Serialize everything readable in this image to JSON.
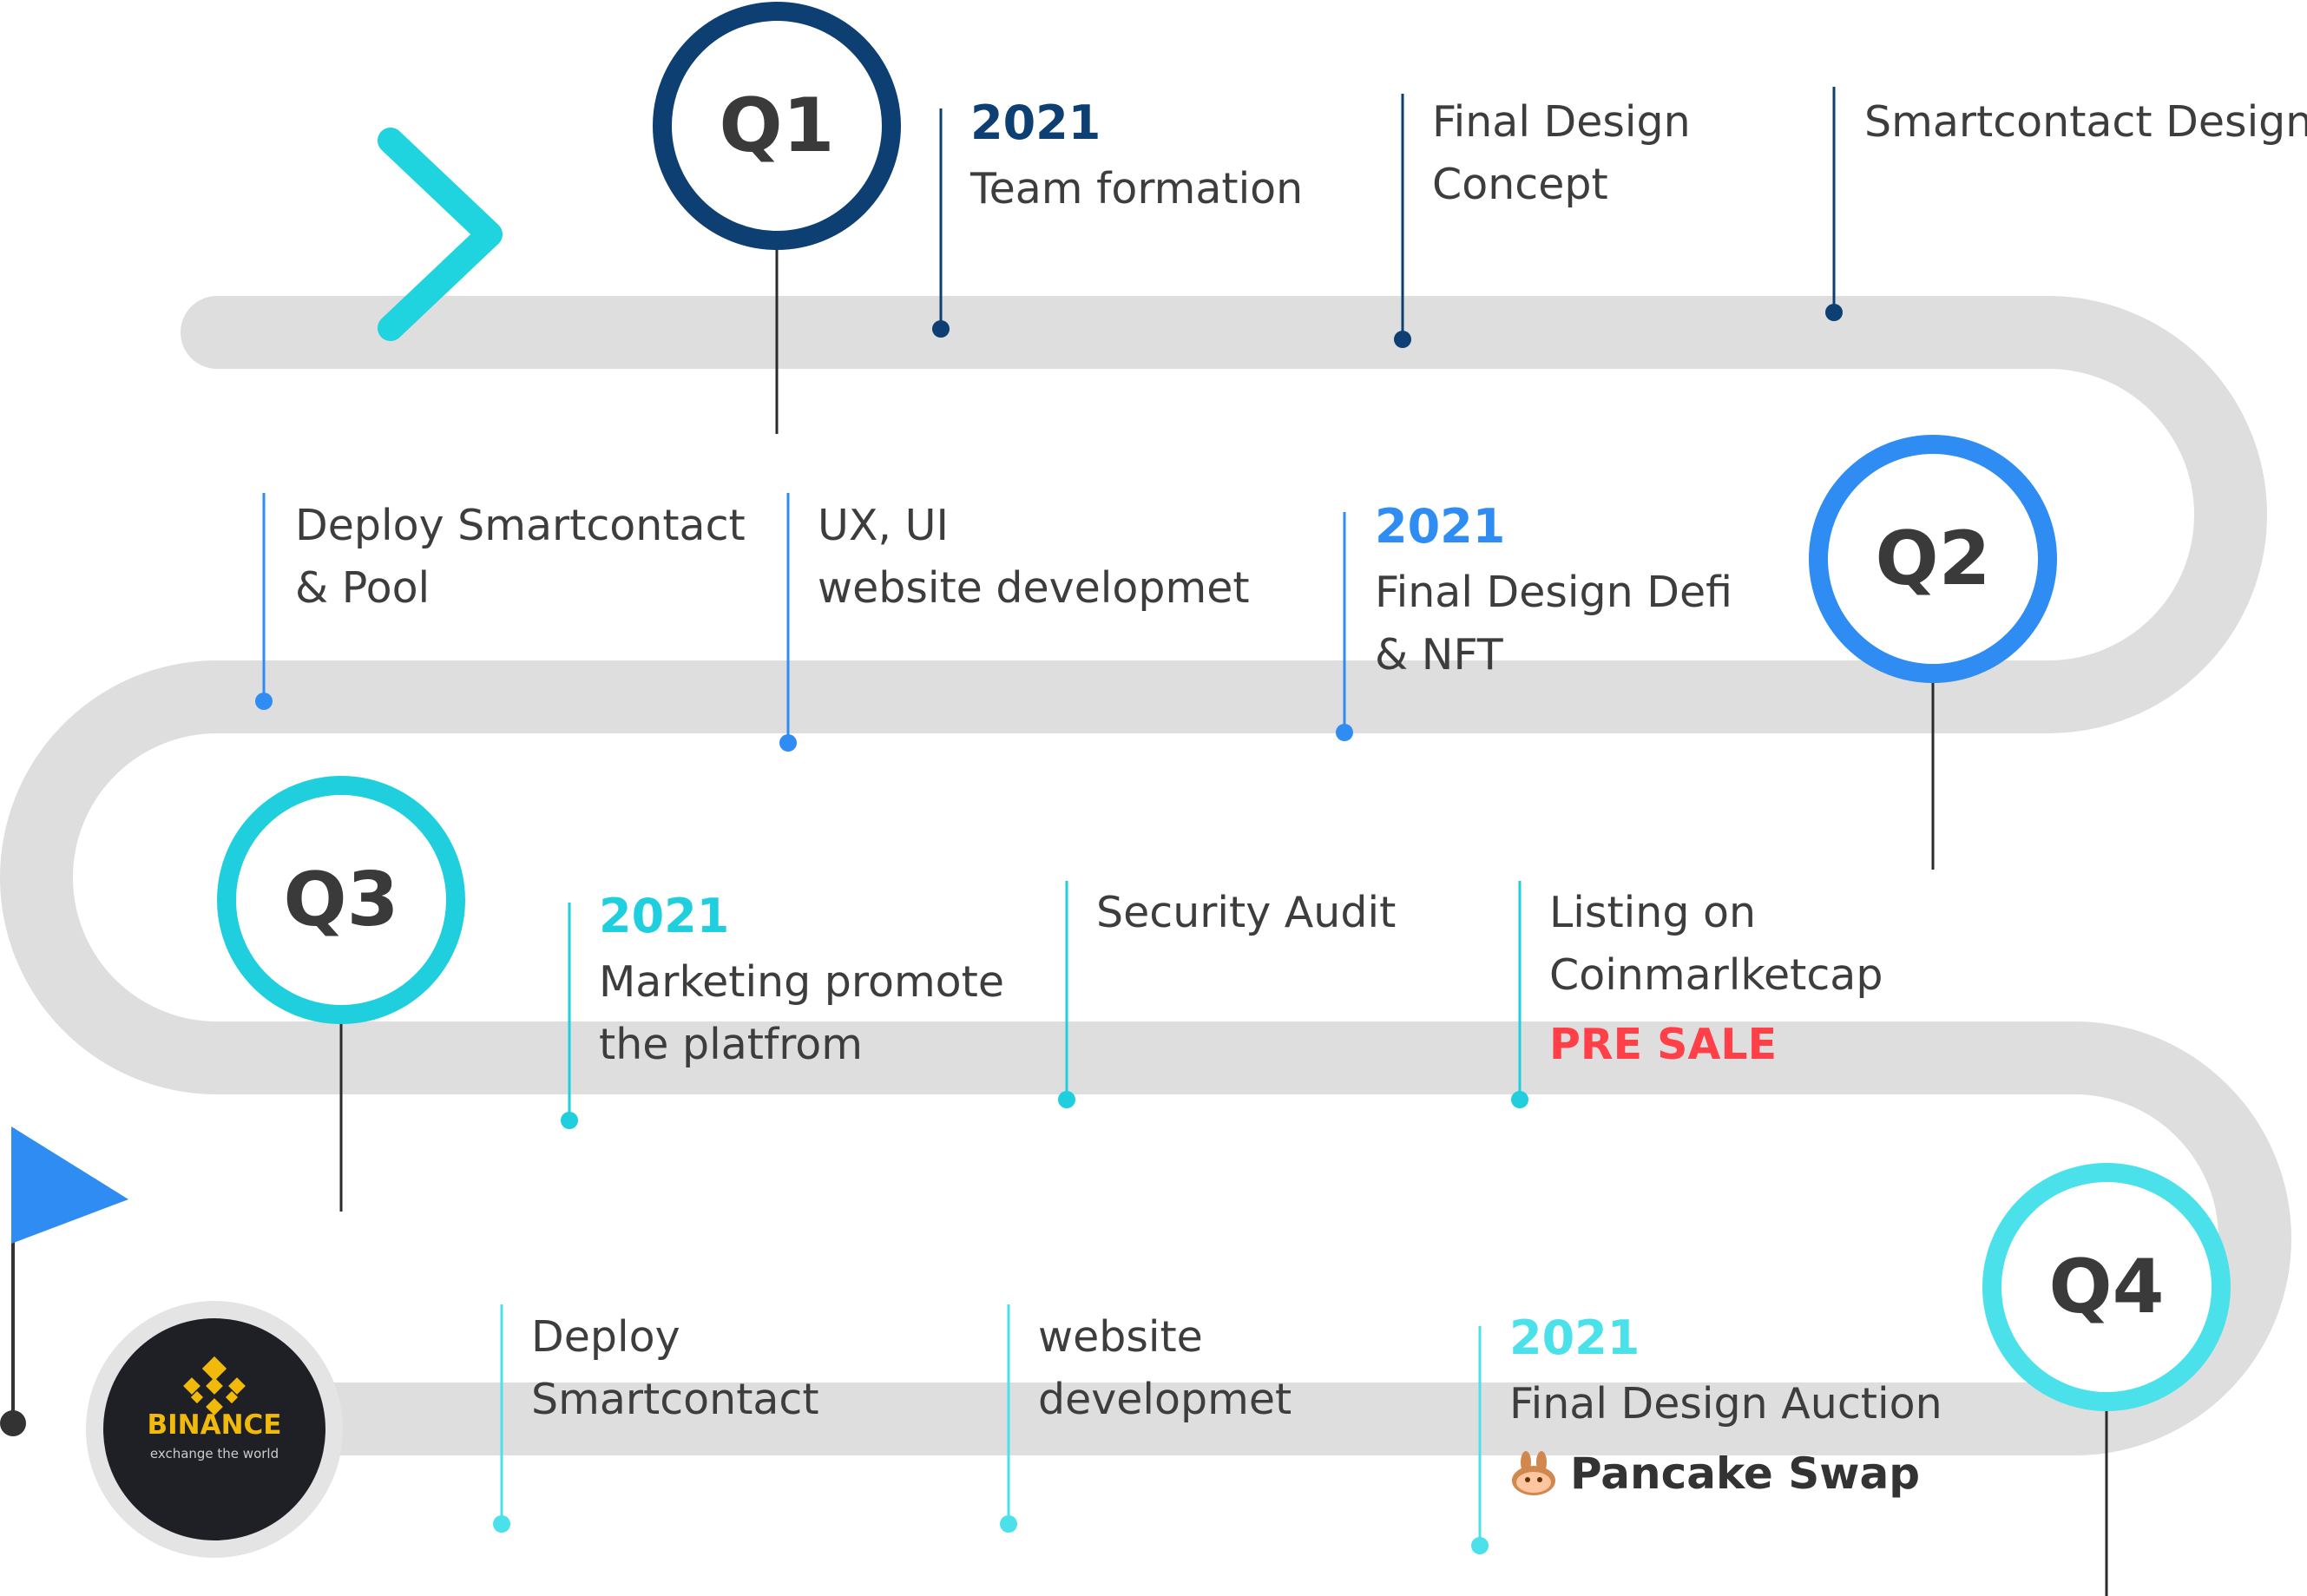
{
  "colors": {
    "road": "#dedede",
    "q1": "#0d3f73",
    "q2": "#2f8cf3",
    "q3": "#1fcfdd",
    "q4": "#4be1ea",
    "chevron": "#1fd3df",
    "flag": "#2f8cf3",
    "presale": "#ff4048",
    "text": "#3d3d3d"
  },
  "quarters": [
    {
      "label": "Q1"
    },
    {
      "label": "Q2"
    },
    {
      "label": "Q3"
    },
    {
      "label": "Q4"
    }
  ],
  "milestones": [
    {
      "year": "2021",
      "lines": [
        "Team formation"
      ]
    },
    {
      "lines": [
        "Final Design",
        "Concept"
      ]
    },
    {
      "lines": [
        "Smartcontact Design"
      ]
    },
    {
      "lines": [
        "Deploy Smartcontact",
        "& Pool"
      ]
    },
    {
      "lines": [
        "UX, UI",
        "website developmet"
      ]
    },
    {
      "year": "2021",
      "lines": [
        "Final Design Defi",
        "& NFT"
      ]
    },
    {
      "year": "2021",
      "lines": [
        "Marketing promote",
        "the platfrom"
      ]
    },
    {
      "lines": [
        "Security Audit"
      ]
    },
    {
      "lines": [
        "Listing on",
        "Coinmarlketcap"
      ],
      "highlight": "PRE SALE"
    },
    {
      "lines": [
        "Deploy",
        "Smartcontact"
      ]
    },
    {
      "lines": [
        "website",
        "developmet"
      ]
    },
    {
      "year": "2021",
      "lines": [
        "Final Design Auction"
      ],
      "partner": "Pancake Swap"
    }
  ],
  "logo": {
    "name": "BINANCE",
    "tagline": "exchange the world",
    "icon": "binance-diamond-icon"
  },
  "icons": {
    "start": "chevron-right-icon",
    "finish": "flag-icon",
    "partner": "pancake-bunny-icon"
  }
}
